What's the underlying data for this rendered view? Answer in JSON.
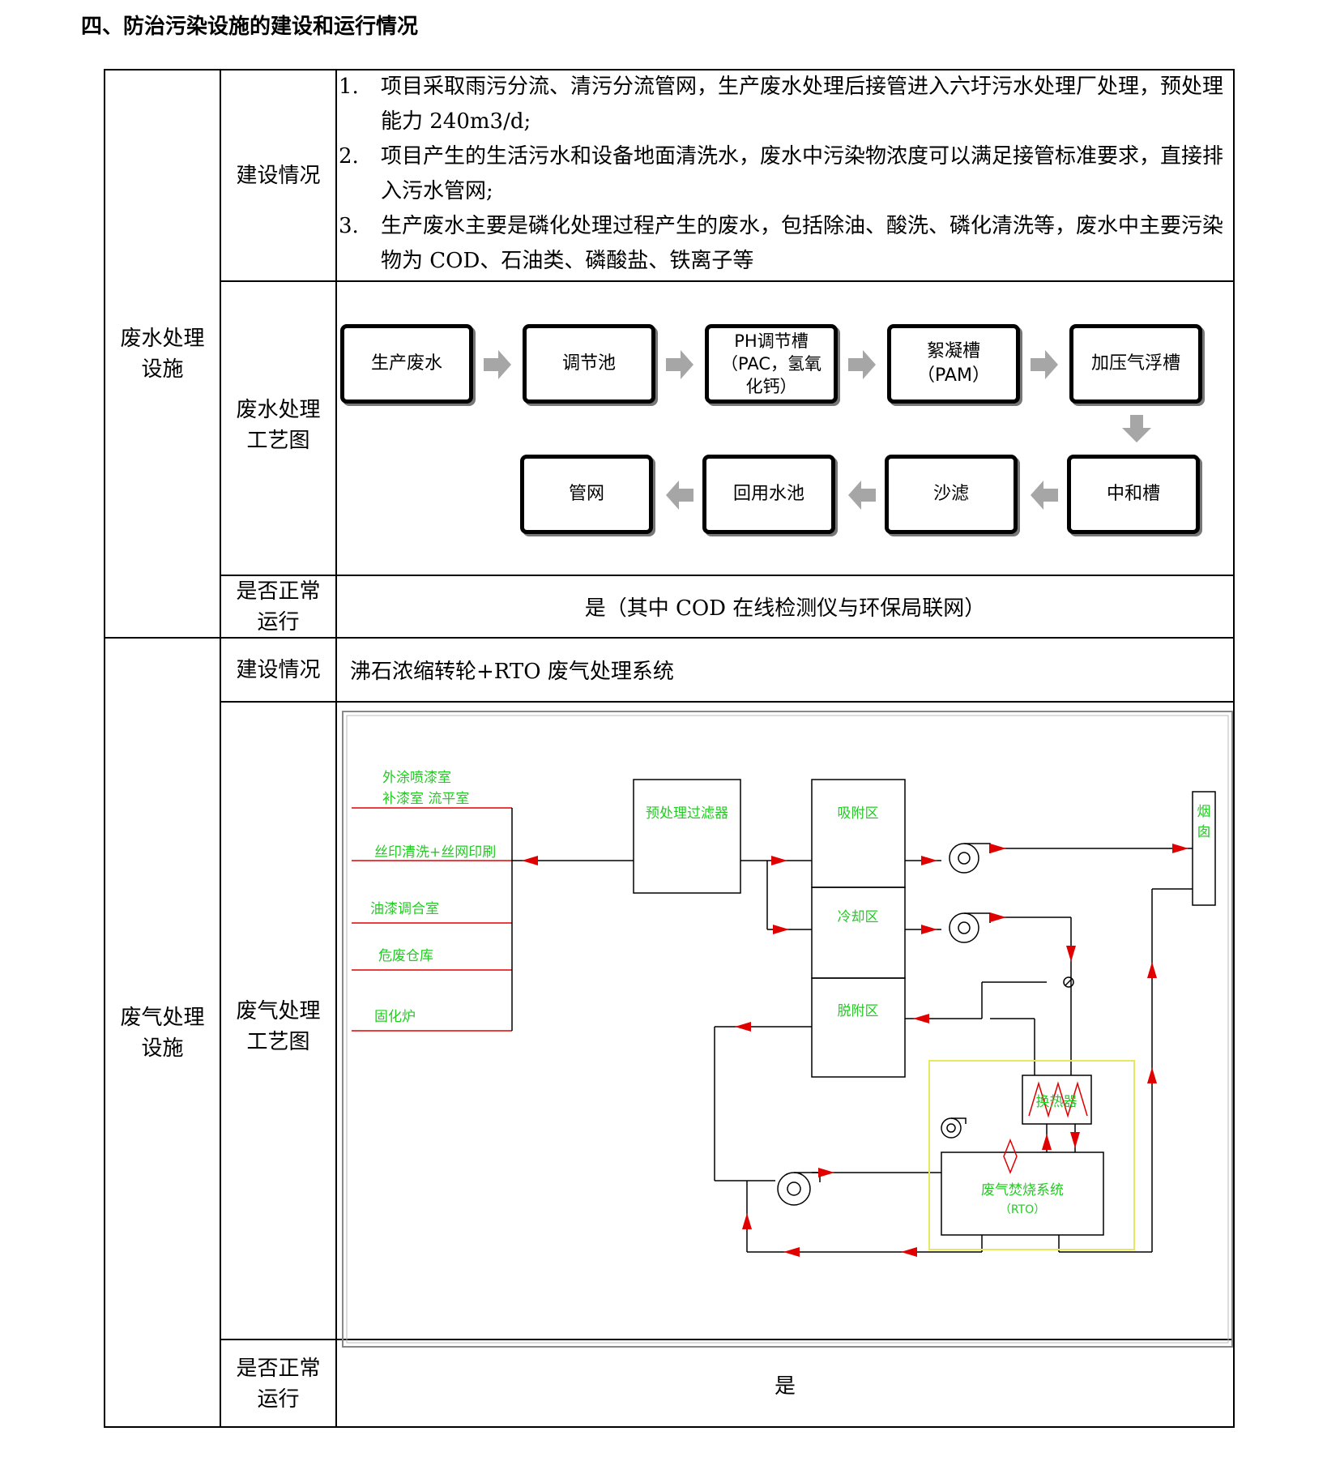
{
  "heading": "四、防治污染设施的建设和运行情况",
  "wastewater": {
    "category": "废水处理\n设施",
    "construction_label": "建设情况",
    "construction_items": [
      {
        "num": "1.",
        "text": "项目采取雨污分流、清污分流管网，生产废水处理后接管进入六圩污水处理厂处理，预处理能力 240m3/d;"
      },
      {
        "num": "2.",
        "text": "项目产生的生活污水和设备地面清洗水，废水中污染物浓度可以满足接管标准要求，直接排入污水管网;"
      },
      {
        "num": "3.",
        "text": "生产废水主要是磷化处理过程产生的废水，包括除油、酸洗、磷化清洗等，废水中主要污染物为 COD、石油类、磷酸盐、铁离子等"
      }
    ],
    "process_label": "废水处理\n工艺图",
    "flow_row1": [
      "生产废水",
      "调节池",
      "PH调节槽\n（PAC，氢氧\n化钙）",
      "絮凝槽\n（PAM）",
      "加压气浮槽"
    ],
    "flow_row2": [
      "管网",
      "回用水池",
      "沙滤",
      "中和槽"
    ],
    "normal_label": "是否正常\n运行",
    "normal_value": "是（其中 COD 在线检测仪与环保局联网）"
  },
  "exhaust": {
    "category": "废气处理\n设施",
    "construction_label": "建设情况",
    "construction_value": "沸石浓缩转轮+RTO 废气处理系统",
    "process_label": "废气处理\n工艺图",
    "sources": [
      "外涂喷漆室",
      "补漆室  流平室",
      "丝印清洗+丝网印刷",
      "油漆调合室",
      "危废仓库",
      "固化炉"
    ],
    "prefilter": "预处理过滤器",
    "zones": [
      "吸附区",
      "冷却区",
      "脱附区"
    ],
    "chimney": "烟囱",
    "heat_exchanger": "换热器",
    "rto": "废气焚烧系统",
    "rto_sub": "（RTO）",
    "normal_label": "是否正常\n运行",
    "normal_value": "是"
  },
  "colors": {
    "line": "#000000",
    "arrow_gray": "#a6a6a6",
    "diagram_text": "#22cc22",
    "flow_red": "#e00000",
    "rto_border": "#e8e860"
  }
}
